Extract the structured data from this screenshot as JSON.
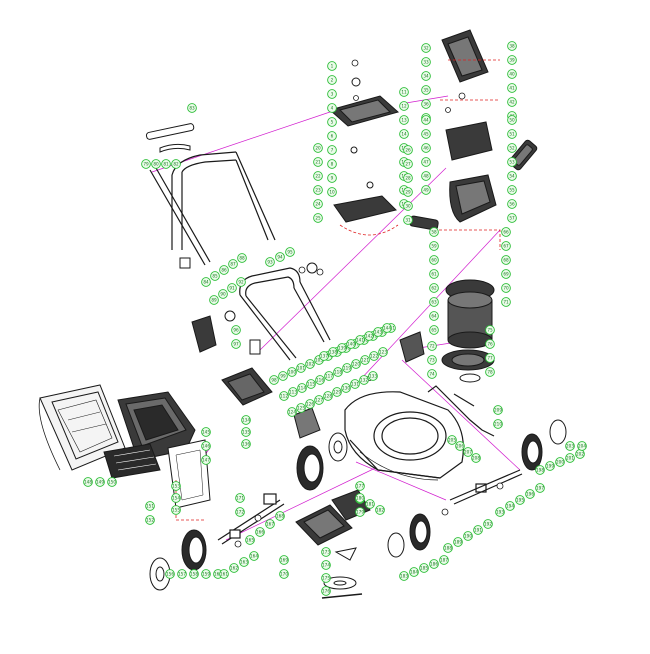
{
  "diagram": {
    "style": {
      "line_color": "#1a1a1a",
      "leader_color": "#d21ecf",
      "callout_color": "#2fbf3a",
      "callout_fill": "#eafbe9",
      "part_fill": "#ffffff",
      "dark_fill": "#3a3a3a"
    },
    "callout_labels": [
      "1",
      "2",
      "3",
      "4",
      "5",
      "6",
      "7",
      "8",
      "9",
      "10",
      "11",
      "12",
      "13",
      "14",
      "15",
      "16",
      "17",
      "18",
      "19",
      "20",
      "21",
      "22",
      "23",
      "24",
      "25",
      "26",
      "27",
      "28",
      "29",
      "30",
      "31",
      "32",
      "33",
      "34",
      "35",
      "36",
      "37",
      "38",
      "39",
      "40",
      "41",
      "42",
      "43",
      "44",
      "45",
      "46",
      "47",
      "48",
      "49",
      "50",
      "51",
      "52",
      "53",
      "54",
      "55",
      "56",
      "57",
      "58",
      "59",
      "60",
      "61",
      "62",
      "63",
      "64",
      "65",
      "66",
      "67",
      "68",
      "69",
      "70",
      "71",
      "72",
      "73",
      "74",
      "75",
      "76",
      "77",
      "78",
      "79",
      "80",
      "81",
      "82",
      "83",
      "84",
      "85",
      "86",
      "87",
      "88",
      "89",
      "90",
      "91",
      "92",
      "93",
      "94",
      "95",
      "96",
      "97",
      "98",
      "99",
      "100",
      "101",
      "102",
      "103",
      "104",
      "105",
      "106",
      "107",
      "108",
      "109",
      "110",
      "111",
      "112",
      "113",
      "114",
      "115",
      "116",
      "117",
      "118",
      "119",
      "120",
      "121",
      "122",
      "123",
      "124",
      "125",
      "126",
      "127",
      "128",
      "129",
      "130",
      "131",
      "132",
      "133",
      "134",
      "135",
      "136",
      "137",
      "138",
      "139",
      "140",
      "141",
      "142",
      "143",
      "144",
      "145",
      "146",
      "147",
      "148",
      "149",
      "150",
      "151",
      "152",
      "153",
      "154",
      "155",
      "156",
      "157",
      "158",
      "159",
      "160",
      "161",
      "162",
      "163",
      "164",
      "165",
      "166",
      "167",
      "168",
      "169",
      "170",
      "171",
      "172",
      "173",
      "174",
      "175",
      "176",
      "177",
      "178",
      "179",
      "180",
      "181",
      "182",
      "183",
      "184",
      "185",
      "186",
      "187",
      "188",
      "189",
      "190",
      "191",
      "192",
      "193",
      "194",
      "195",
      "196",
      "197",
      "198",
      "199",
      "200",
      "201",
      "202",
      "203",
      "204",
      "205",
      "206",
      "207",
      "208",
      "209",
      "210",
      "211",
      "212",
      "213",
      "214",
      "215",
      "216",
      "217",
      "218",
      "219",
      "220"
    ],
    "parts": [
      {
        "id": "grass-catcher-bag"
      },
      {
        "id": "catcher-frame"
      },
      {
        "id": "catcher-lid"
      },
      {
        "id": "mower-deck"
      },
      {
        "id": "lower-handle"
      },
      {
        "id": "upper-handle"
      },
      {
        "id": "handle-grip"
      },
      {
        "id": "motor-housing"
      },
      {
        "id": "motor-cover"
      },
      {
        "id": "motor"
      },
      {
        "id": "battery-box"
      },
      {
        "id": "blade"
      },
      {
        "id": "front-wheel-left"
      },
      {
        "id": "front-wheel-right"
      },
      {
        "id": "rear-wheel-left"
      },
      {
        "id": "rear-wheel-right"
      },
      {
        "id": "rear-axle"
      },
      {
        "id": "front-axle"
      },
      {
        "id": "height-adjust-lever"
      },
      {
        "id": "mulch-plug"
      },
      {
        "id": "safety-flap"
      },
      {
        "id": "switch-box"
      }
    ]
  }
}
